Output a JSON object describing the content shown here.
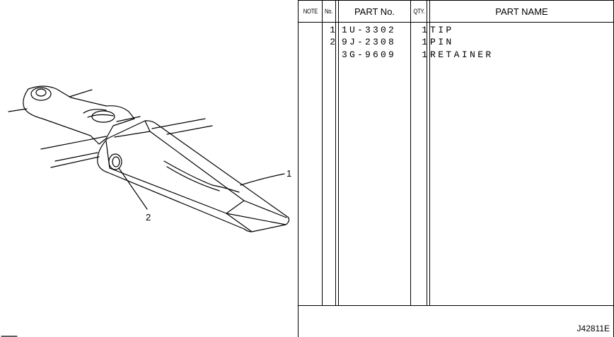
{
  "table": {
    "headers": {
      "note": "NOTE",
      "no": "No.",
      "part_no": "PART No.",
      "qty": "QTY.",
      "part_name": "PART NAME"
    },
    "rows": [
      {
        "no": "1",
        "part_no": "1U-3302",
        "qty": "1",
        "part_name": "TIP"
      },
      {
        "no": "2",
        "part_no": "9J-2308",
        "qty": "1",
        "part_name": "PIN"
      },
      {
        "no": "",
        "part_no": "3G-9609",
        "qty": "1",
        "part_name": "RETAINER"
      }
    ]
  },
  "illustration": {
    "callouts": [
      "1",
      "2"
    ]
  },
  "drawing_number": "J42811E"
}
